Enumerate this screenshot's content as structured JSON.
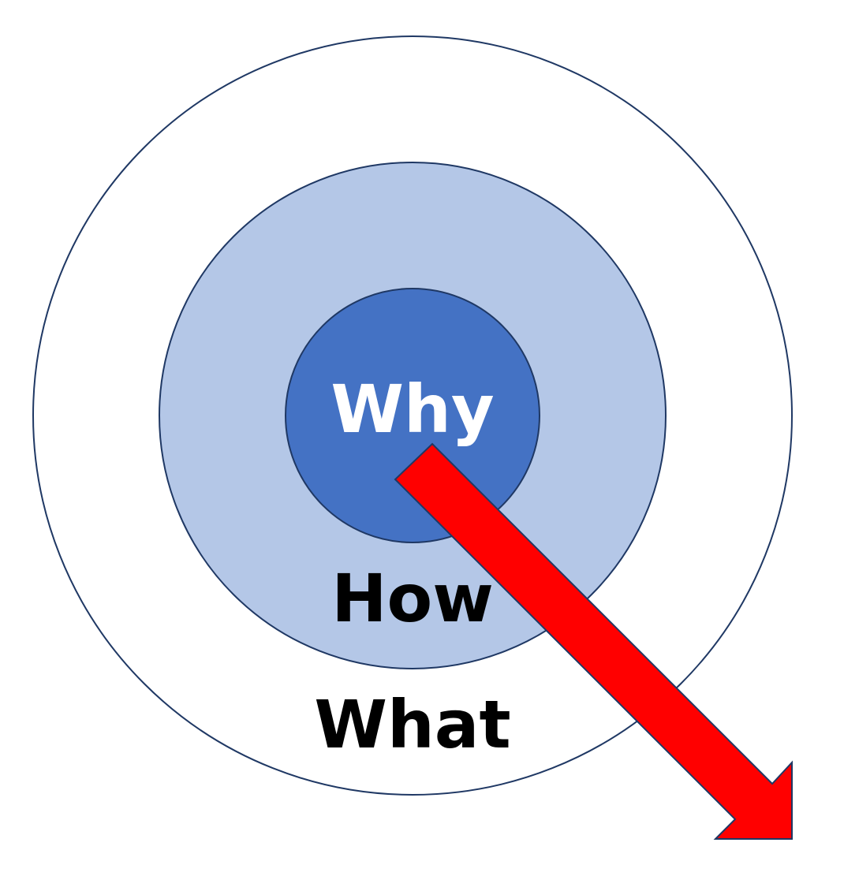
{
  "labels": {
    "inner": "Why",
    "middle": "How",
    "outer": "What"
  },
  "colors": {
    "inner_fill": "#4472C4",
    "middle_fill": "#B4C7E7",
    "outer_fill": "#FFFFFF",
    "ring_stroke": "#1F3864",
    "arrow_fill": "#FF0000",
    "arrow_stroke": "#1F3864",
    "inner_text": "#FFFFFF",
    "outer_text": "#000000"
  },
  "icons": {
    "arrow": "diagonal-arrow-down-right"
  }
}
